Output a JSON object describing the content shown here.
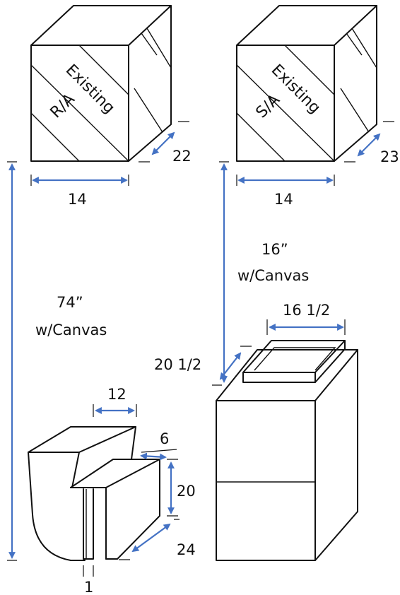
{
  "colors": {
    "dimension_arrow": "#4472c4",
    "outline": "#111111",
    "background": "#ffffff"
  },
  "ra_box": {
    "line1": "Existing",
    "line2": "R/A",
    "width_label": "14",
    "depth_label": "22"
  },
  "sa_box": {
    "line1": "Existing",
    "line2": "S/A",
    "width_label": "14",
    "depth_label": "23"
  },
  "drop_sa": {
    "line1": "16”",
    "line2": "w/Canvas"
  },
  "drop_ra": {
    "line1": "74”",
    "line2": "w/Canvas"
  },
  "supply_plenum": {
    "width_label": "16 1/2",
    "depth_label": "20 1/2"
  },
  "return_plenum": {
    "width_label": "12",
    "top_label": "6",
    "height_label": "20",
    "depth_label": "24",
    "slot_label": "1"
  }
}
